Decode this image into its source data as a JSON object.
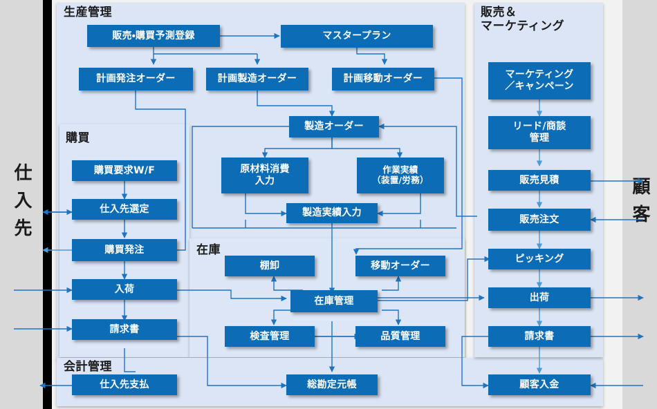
{
  "diagram": {
    "title_visible": false,
    "accent_color": "#0c6cb5",
    "panel_color": "#dbe5f5",
    "line_color": "#1f74c0"
  },
  "side_labels": {
    "left": "仕入先",
    "right": "顧客"
  },
  "panels": {
    "production": {
      "title": "生産管理"
    },
    "purchasing": {
      "title": "購買"
    },
    "inventory": {
      "title": "在庫"
    },
    "accounting": {
      "title": "会計管理"
    },
    "sales": {
      "title": "販売＆\nマーケティング"
    }
  },
  "boxes": {
    "forecast_registration": "販売・購買予測登録",
    "master_plan": "マスタープラン",
    "planned_purchase_order": "計画発注オーダー",
    "planned_manufacturing_order": "計画製造オーダー",
    "planned_transfer_order": "計画移動オーダー",
    "manufacturing_order": "製造オーダー",
    "material_consumption_input": "原材料消費\n入力",
    "work_result": "作業実績\n（装置/労務）",
    "production_result_input": "製造実績入力",
    "purchase_request_wf": "購買要求W/F",
    "supplier_selection": "仕入先選定",
    "purchase_order": "購買発注",
    "goods_receipt": "入荷",
    "purchase_invoice": "請求書",
    "stocktaking": "棚卸",
    "transfer_order": "移動オーダー",
    "inventory_management": "在庫管理",
    "inspection_management": "検査管理",
    "quality_management": "品質管理",
    "supplier_payment": "仕入先支払",
    "general_ledger": "総勘定元帳",
    "marketing_campaign": "マーケティング\n／キャンペーン",
    "lead_opportunity": "リード/商談\n管理",
    "sales_quotation": "販売見積",
    "sales_order": "販売注文",
    "picking": "ピッキング",
    "shipping": "出荷",
    "sales_invoice": "請求書",
    "customer_payment": "顧客入金"
  }
}
